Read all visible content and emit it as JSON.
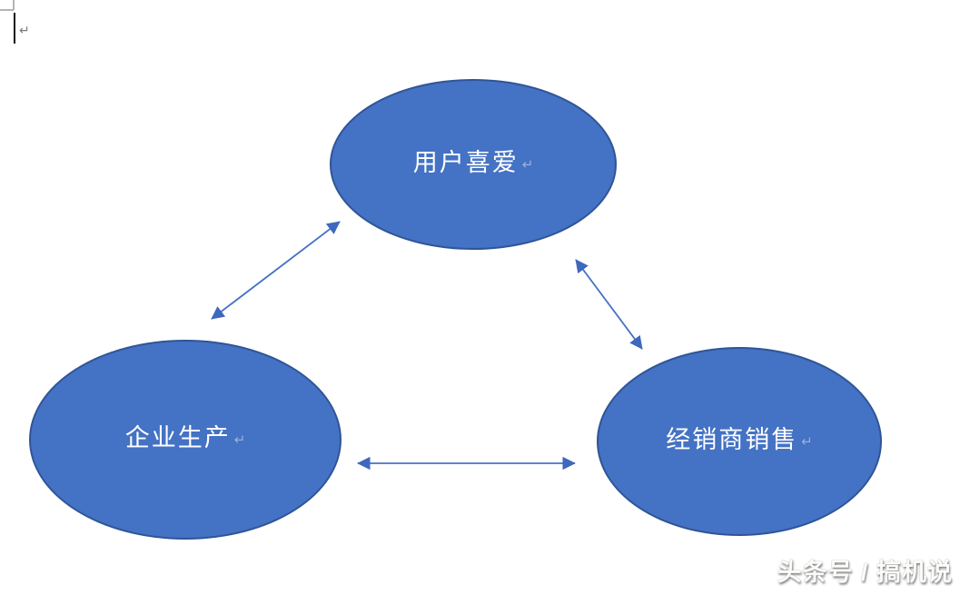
{
  "editor_marks": {
    "paragraph_mark": "↵"
  },
  "diagram": {
    "nodes": [
      {
        "id": "user-love",
        "label": "用户喜爱"
      },
      {
        "id": "producer",
        "label": "企业生产"
      },
      {
        "id": "distributor",
        "label": "经销商销售"
      }
    ],
    "edges": [
      {
        "from": "企业生产",
        "to": "用户喜爱",
        "bidirectional": true
      },
      {
        "from": "用户喜爱",
        "to": "经销商销售",
        "bidirectional": true
      },
      {
        "from": "企业生产",
        "to": "经销商销售",
        "bidirectional": true
      }
    ],
    "colors": {
      "node_fill": "#4472C4",
      "node_border": "#2F5597",
      "node_text": "#FFFFFF",
      "arrow": "#4472C4"
    }
  },
  "watermark": {
    "text": "头条号 / 搞机说"
  }
}
